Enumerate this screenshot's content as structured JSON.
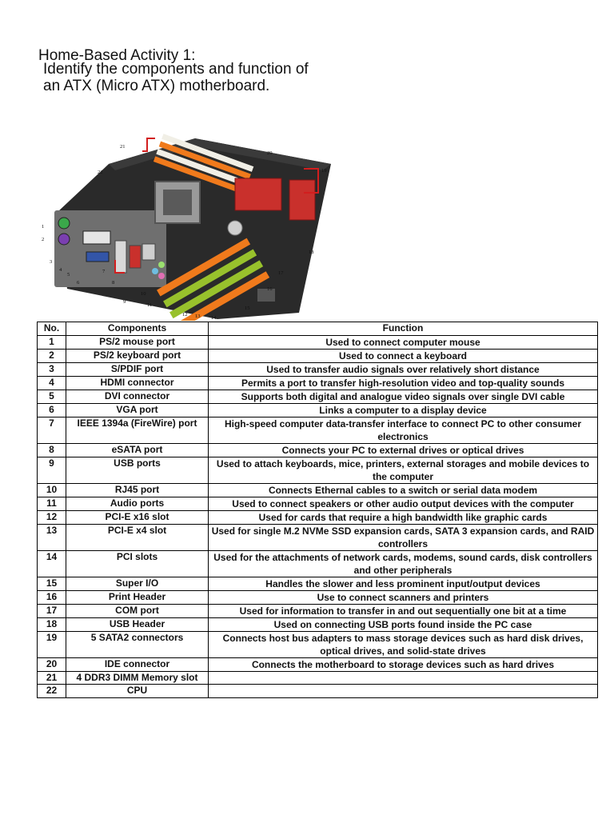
{
  "activity_title": "Home-Based Activity 1:",
  "instructions": {
    "line1": "Identify the components and function of",
    "line2": "an ATX (Micro ATX) motherboard."
  },
  "figure": {
    "callouts": [
      "1",
      "2",
      "3",
      "4",
      "5",
      "6",
      "7",
      "8",
      "9",
      "10",
      "11",
      "12",
      "13",
      "14",
      "15",
      "16",
      "17",
      "18",
      "19",
      "20",
      "21",
      "22"
    ],
    "colors": {
      "board": "#2a2a2a",
      "ram_orange": "#f07a1c",
      "ram_white": "#f1efe6",
      "pci_green": "#98c12c",
      "pcie_red": "#c9302c",
      "callout_red": "#d21e1e"
    }
  },
  "table": {
    "headers": {
      "no": "No.",
      "component": "Components",
      "function": "Function"
    },
    "rows": [
      {
        "no": "1",
        "component": "PS/2 mouse port",
        "function": "Used to connect computer mouse"
      },
      {
        "no": "2",
        "component": "PS/2 keyboard port",
        "function": "Used to connect a keyboard"
      },
      {
        "no": "3",
        "component": "S/PDIF port",
        "function": "Used to transfer audio signals over relatively short distance"
      },
      {
        "no": "4",
        "component": "HDMI connector",
        "function": "Permits a port to transfer high-resolution video and top-quality sounds"
      },
      {
        "no": "5",
        "component": "DVI connector",
        "function": "Supports both digital and analogue video signals over single DVI cable"
      },
      {
        "no": "6",
        "component": "VGA port",
        "function": "Links a computer to a display device"
      },
      {
        "no": "7",
        "component": "IEEE 1394a (FireWire) port",
        "function": "High-speed computer data-transfer interface to connect PC to other consumer electronics"
      },
      {
        "no": "8",
        "component": "eSATA port",
        "function": "Connects your PC to external drives or optical drives"
      },
      {
        "no": "9",
        "component": "USB ports",
        "function": "Used to attach keyboards, mice, printers, external storages and mobile devices to the computer"
      },
      {
        "no": "10",
        "component": "RJ45 port",
        "function": "Connects Ethernal cables to a switch or serial data modem"
      },
      {
        "no": "11",
        "component": "Audio ports",
        "function": "Used to connect speakers or other audio output devices with the computer"
      },
      {
        "no": "12",
        "component": "PCI-E x16 slot",
        "function": "Used for cards that require a high bandwidth like graphic cards"
      },
      {
        "no": "13",
        "component": "PCI-E x4 slot",
        "function": "Used for single M.2 NVMe SSD expansion cards, SATA 3 expansion cards, and RAID controllers"
      },
      {
        "no": "14",
        "component": "PCI slots",
        "function": "Used for the attachments of network cards, modems, sound cards, disk controllers and other peripherals"
      },
      {
        "no": "15",
        "component": "Super I/O",
        "function": "Handles the slower and less prominent input/output devices"
      },
      {
        "no": "16",
        "component": "Print Header",
        "function": "Use to connect scanners and printers"
      },
      {
        "no": "17",
        "component": "COM port",
        "function": "Used for information to transfer in and out sequentially one bit at a time"
      },
      {
        "no": "18",
        "component": "USB Header",
        "function": "Used on connecting USB ports found inside the PC case"
      },
      {
        "no": "19",
        "component": "5 SATA2 connectors",
        "function": "Connects host bus adapters to mass storage devices such as hard disk drives, optical drives, and solid-state drives"
      },
      {
        "no": "20",
        "component": "IDE connector",
        "function": "Connects the motherboard to storage devices such as hard drives"
      },
      {
        "no": "21",
        "component": "4 DDR3 DIMM Memory slot",
        "function": ""
      },
      {
        "no": "22",
        "component": "CPU",
        "function": ""
      }
    ]
  }
}
